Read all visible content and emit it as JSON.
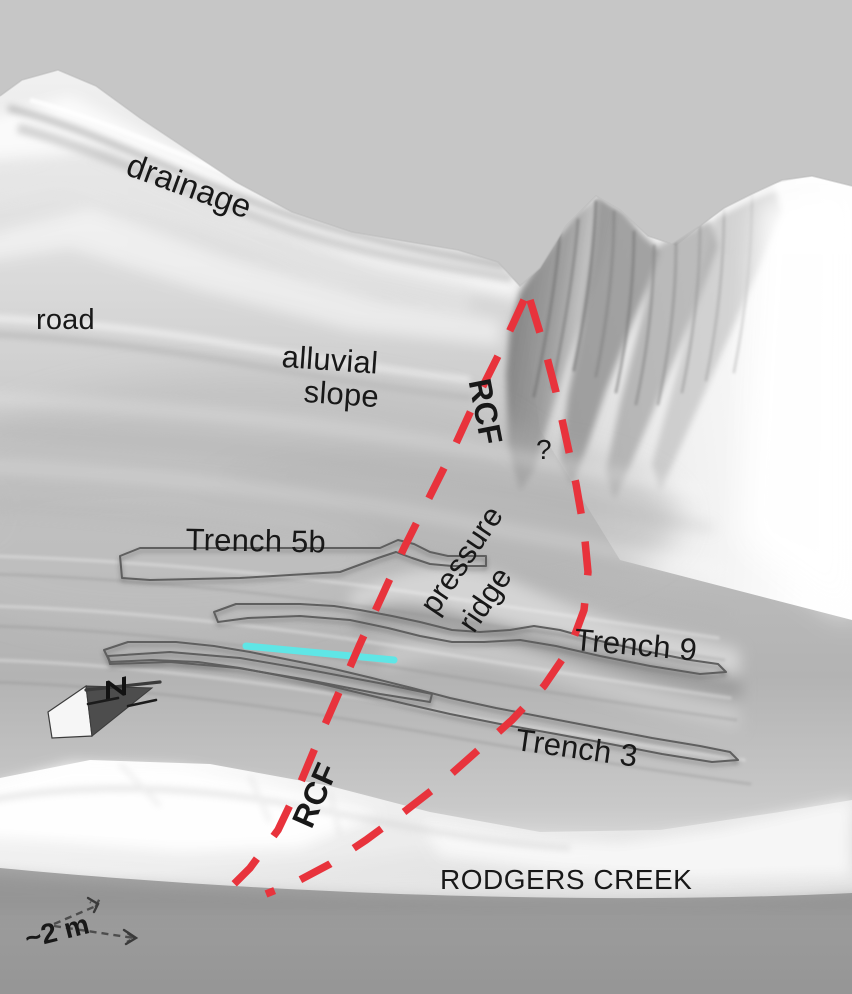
{
  "figure": {
    "type": "shaded-relief-3d-perspective-map",
    "background_color": "#c6c6c6",
    "fault_color": "#e8333c",
    "trench_outline_color": "#5e5e5e",
    "cyan_feature_color": "#5fe6e6",
    "label_color": "#181818"
  },
  "labels": {
    "drainage": "drainage",
    "road": "road",
    "alluvial": "alluvial",
    "slope": "slope",
    "rcf_upper": "RCF",
    "rcf_lower": "RCF",
    "query": "?",
    "pressure": "pressure",
    "ridge": "ridge",
    "trench_5b": "Trench 5b",
    "trench_9": "Trench 9",
    "trench_3": "Trench 3",
    "rodgers_creek": "RODGERS CREEK",
    "scale_bar": "~2 m",
    "north_arrow": "N"
  },
  "icons": {
    "north_arrow": "north-arrow-icon",
    "scale_bar": "scale-bar-icon"
  },
  "map_features": {
    "faults": [
      {
        "name": "RCF west strand",
        "style": "dashed",
        "color": "#e8333c"
      },
      {
        "name": "RCF east strand",
        "style": "dashed",
        "color": "#e8333c",
        "queried": true
      }
    ],
    "trenches": [
      {
        "name": "Trench 5b"
      },
      {
        "name": "Trench 9"
      },
      {
        "name": "Trench 3"
      }
    ],
    "geomorphic": [
      {
        "name": "drainage"
      },
      {
        "name": "road"
      },
      {
        "name": "alluvial slope"
      },
      {
        "name": "pressure ridge"
      },
      {
        "name": "RODGERS CREEK"
      }
    ]
  }
}
